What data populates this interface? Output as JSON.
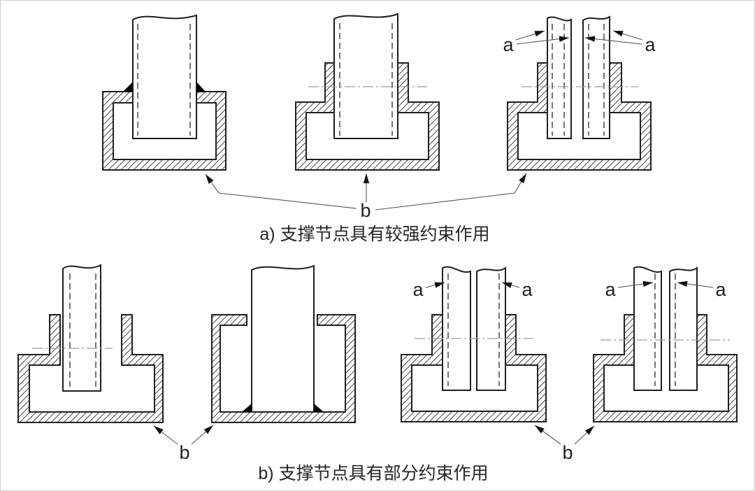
{
  "figure": {
    "type": "technical-diagram",
    "captions": {
      "a": "a)  支撑节点具有较强约束作用",
      "b": "b)  支撑节点具有部分约束作用"
    },
    "labels": {
      "a": "a",
      "b": "b"
    },
    "colors": {
      "line": "#1f1f1f",
      "hatch": "#4a4a4a",
      "centerline": "#9c9c9c",
      "leader": "#555555",
      "weld": "#000000",
      "background": "#ffffff",
      "border": "#cfcfcf"
    }
  }
}
